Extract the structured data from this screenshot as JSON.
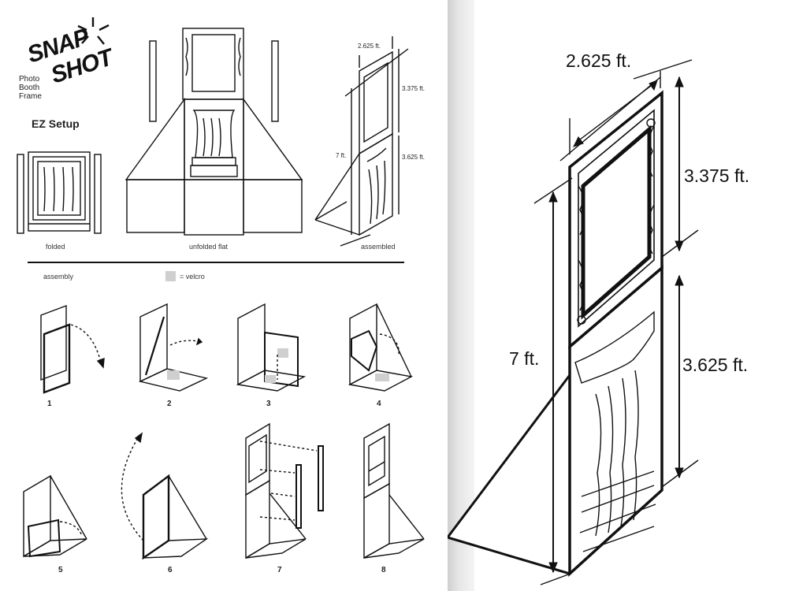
{
  "logo": {
    "line1": "SNAP",
    "line2": "SHOT",
    "sub1": "Photo",
    "sub2": "Booth",
    "sub3": "Frame"
  },
  "heading": "EZ Setup",
  "captions": {
    "folded": "folded",
    "unfolded": "unfolded flat",
    "assembled": "assembled"
  },
  "assembly_label": "assembly",
  "velcro_label": "= velcro",
  "steps": [
    "1",
    "2",
    "3",
    "4",
    "5",
    "6",
    "7",
    "8"
  ],
  "dimensions": {
    "width": "2.625 ft.",
    "top": "3.375 ft.",
    "bottom": "3.625 ft.",
    "height": "7 ft."
  },
  "colors": {
    "velcro": "#cfcfcf",
    "line": "#111111",
    "gutter": "#dcdcdc"
  }
}
